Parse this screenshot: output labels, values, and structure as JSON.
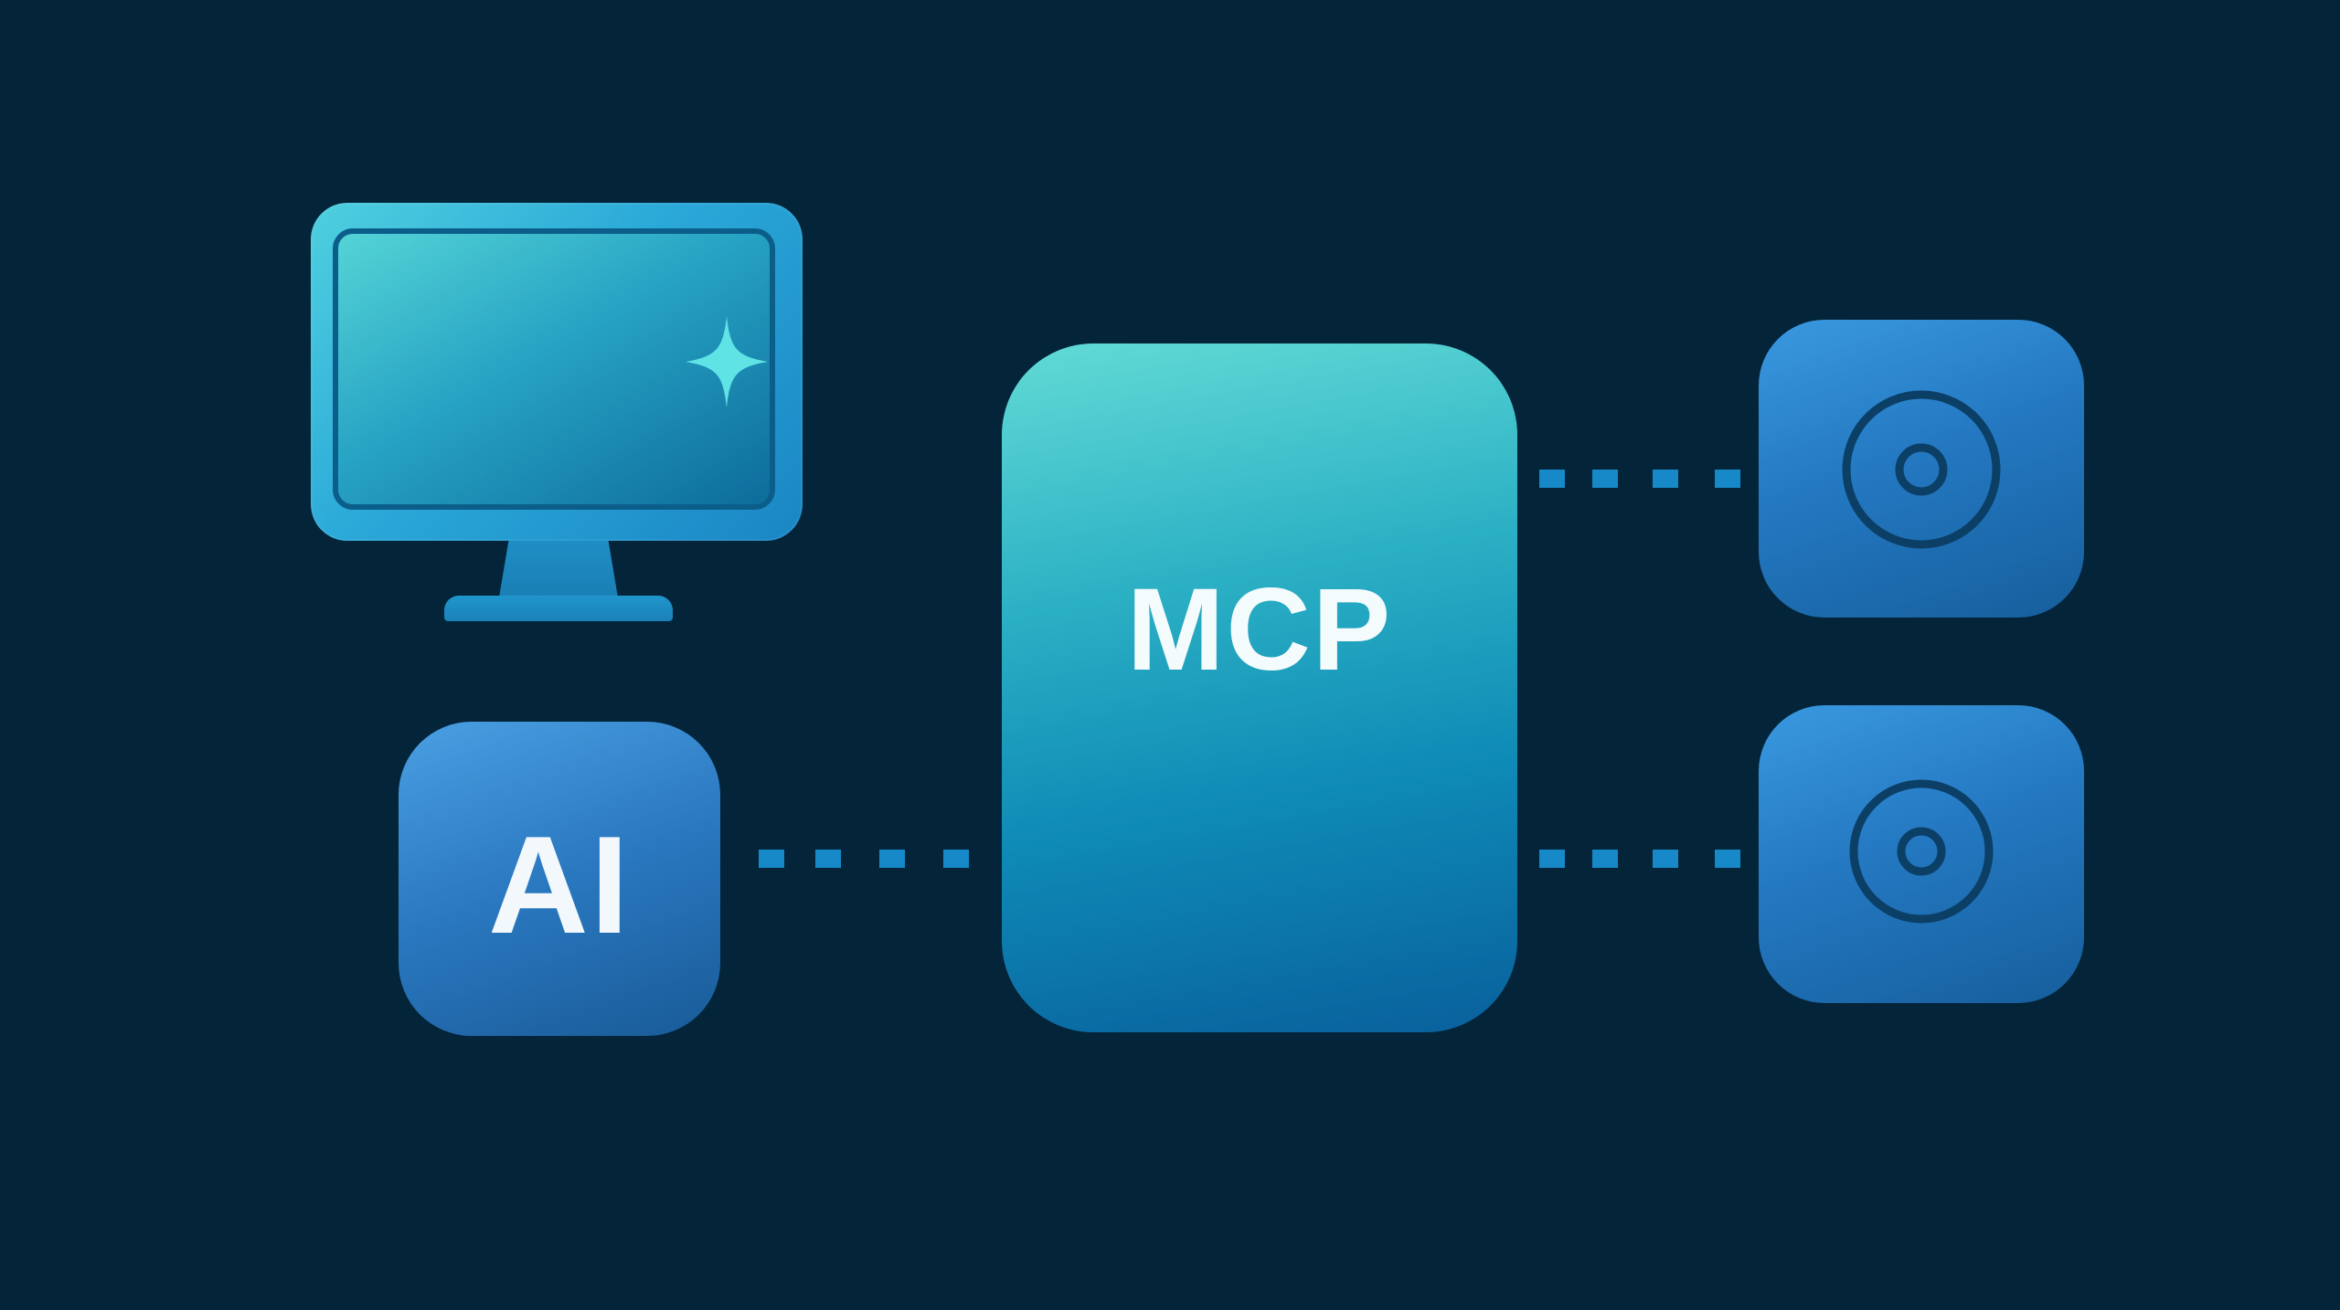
{
  "diagram": {
    "background_color": "#032439",
    "nodes": {
      "monitor": {
        "icon": "monitor-icon",
        "accent_icon": "sparkle-icon"
      },
      "ai": {
        "label": "AI"
      },
      "mcp": {
        "label": "MCP"
      },
      "resources": [
        {
          "icon": "target-icon"
        },
        {
          "icon": "target-icon"
        }
      ]
    },
    "connectors": [
      {
        "from": "AI",
        "to": "MCP",
        "style": "dotted"
      },
      {
        "from": "MCP",
        "to": "resource-1",
        "style": "dotted"
      },
      {
        "from": "MCP",
        "to": "resource-2",
        "style": "dotted"
      }
    ],
    "colors": {
      "connector": "#1789c8",
      "mcp_top": "#62dbd6",
      "mcp_bottom": "#09609c",
      "tile_blue": "#2479c2"
    }
  }
}
